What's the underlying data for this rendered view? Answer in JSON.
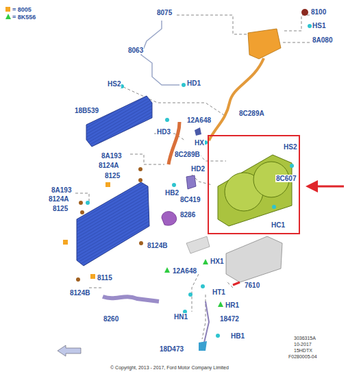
{
  "diagram": {
    "nodes": [
      {
        "text": [
          "HS2",
          "8C607",
          "HC1"
        ]
      }
    ],
    "edges": [],
    "labels": [
      "8075",
      "8100",
      "HS1",
      "8A080",
      "8063",
      "HD1",
      "HS2",
      "18B539",
      "8C289A",
      "12A648",
      "HD3",
      "HX",
      "8C289B",
      "8A193",
      "8124A",
      "8125",
      "HD2",
      "HB2",
      "8C419",
      "8A193",
      "8124A",
      "8125",
      "8286",
      "8124B",
      "12A648",
      "HX1",
      "8115",
      "7610",
      "HT1",
      "8124B",
      "8260",
      "HR1",
      "HN1",
      "18472",
      "HB1",
      "18D473",
      "3036315A",
      "10-2017",
      "15HDTX",
      "F0280005-04",
      "© Copyright, 2013 - 2017, Ford Motor Company Limited"
    ],
    "legend": [
      {
        "text": "= 8005",
        "color": "#f5a623"
      },
      {
        "text": "= 8K556"
      }
    ]
  }
}
